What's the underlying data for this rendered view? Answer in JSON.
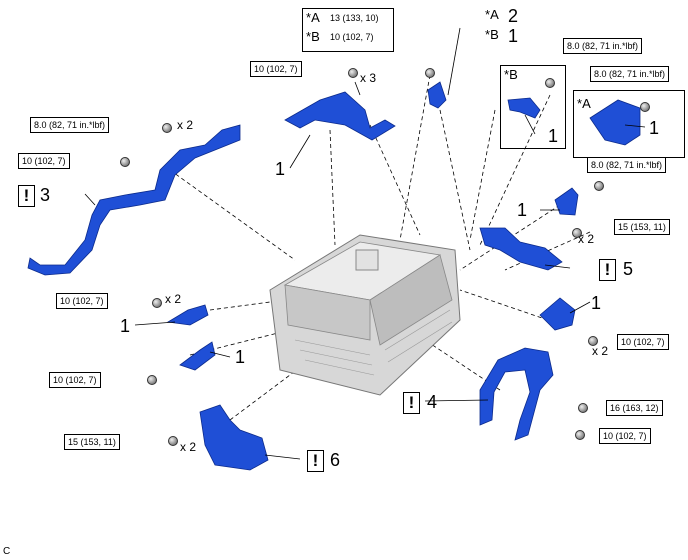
{
  "torque_specs": {
    "t1": "8.0 (82, 71 in.*lbf)",
    "t2": "10 (102, 7)",
    "t3": "10 (102, 7)",
    "t4": "13 (133, 10)",
    "t5": "10 (102, 7)",
    "t6": "8.0 (82, 71 in.*lbf)",
    "t7": "8.0 (82, 71 in.*lbf)",
    "t8": "8.0 (82, 71 in.*lbf)",
    "t9": "15 (153, 11)",
    "t10": "10 (102, 7)",
    "t11": "10 (102, 7)",
    "t12": "10 (102, 7)",
    "t13": "16 (163, 12)",
    "t14": "10 (102, 7)",
    "t15": "15 (153, 11)"
  },
  "callouts": {
    "one": "1",
    "two": "2",
    "three": "3",
    "four": "4",
    "five": "5",
    "six": "6"
  },
  "quantities": {
    "x2": "x 2",
    "x3": "x 3"
  },
  "variant_tags": {
    "star": "*",
    "a": "A",
    "b": "B"
  },
  "warning_symbol": "!",
  "figure_code": "C",
  "colors": {
    "part_fill": "#1f4fd6",
    "part_dark": "#0c2b8c",
    "part_light": "#6f93ff",
    "engine": "#d4d4d4"
  }
}
